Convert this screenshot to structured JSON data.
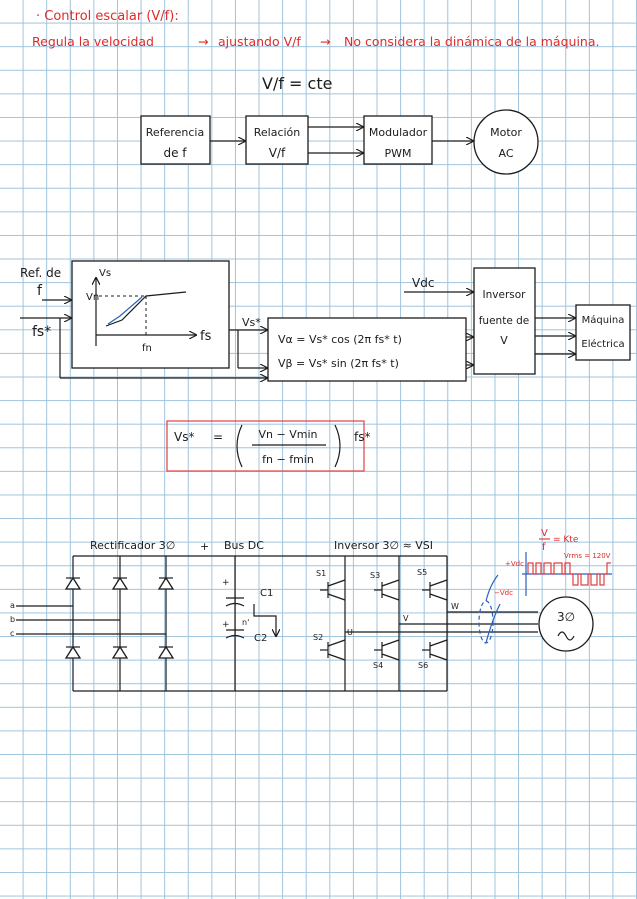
{
  "header": {
    "title": "· Control escalar (V/f):",
    "line": {
      "a": "Regula la velocidad",
      "arrow1": "→",
      "b": "ajustando V/f",
      "arrow2": "→",
      "c": "No considera la dinámica de la máquina."
    },
    "equation": "V/f = cte"
  },
  "block1": {
    "ref": [
      "Referencia",
      "de f"
    ],
    "rel": [
      "Relación",
      "V/f"
    ],
    "mod": [
      "Modulador",
      "PWM"
    ],
    "motor": [
      "Motor",
      "AC"
    ]
  },
  "block2": {
    "ref_label": [
      "Ref. de",
      "f"
    ],
    "fs_in": "fs*",
    "graph": {
      "ylabel": "Vs",
      "vn": "Vn",
      "fn": "fn",
      "xlabel": "fs"
    },
    "vs_label": "Vs*",
    "eq_alpha": "Vα = Vs* cos (2π fs* t)",
    "eq_beta": "Vβ = Vs* sin (2π fs* t)",
    "vdc": "Vdc",
    "inverter": [
      "Inversor",
      "fuente de",
      "V"
    ],
    "machine": [
      "Máquina",
      "Eléctrica"
    ]
  },
  "formula": {
    "lhs": "Vs*",
    "eq": "=",
    "num": "Vn − Vmin",
    "den": "fn − fmin",
    "rhs": "fs*"
  },
  "circuit": {
    "rect_label": "Rectificador 3∅",
    "plus": "+",
    "bus_label": "Bus DC",
    "inv_label": "Inversor 3∅ ≈ VSI",
    "phases": [
      "a",
      "b",
      "c"
    ],
    "c1": "C1",
    "c2": "C2",
    "n": "n'",
    "switches": [
      "S1",
      "S2",
      "S3",
      "S4",
      "S5",
      "S6"
    ],
    "nodes": [
      "U",
      "V",
      "W"
    ],
    "motor": "3∅",
    "vf_top": "V",
    "vf_bottom": "f",
    "vf_eq": "= Kte",
    "vrms": "Vrms = 120V",
    "vdc_pos": "+Vdc",
    "vdc_neg": "−Vdc"
  }
}
